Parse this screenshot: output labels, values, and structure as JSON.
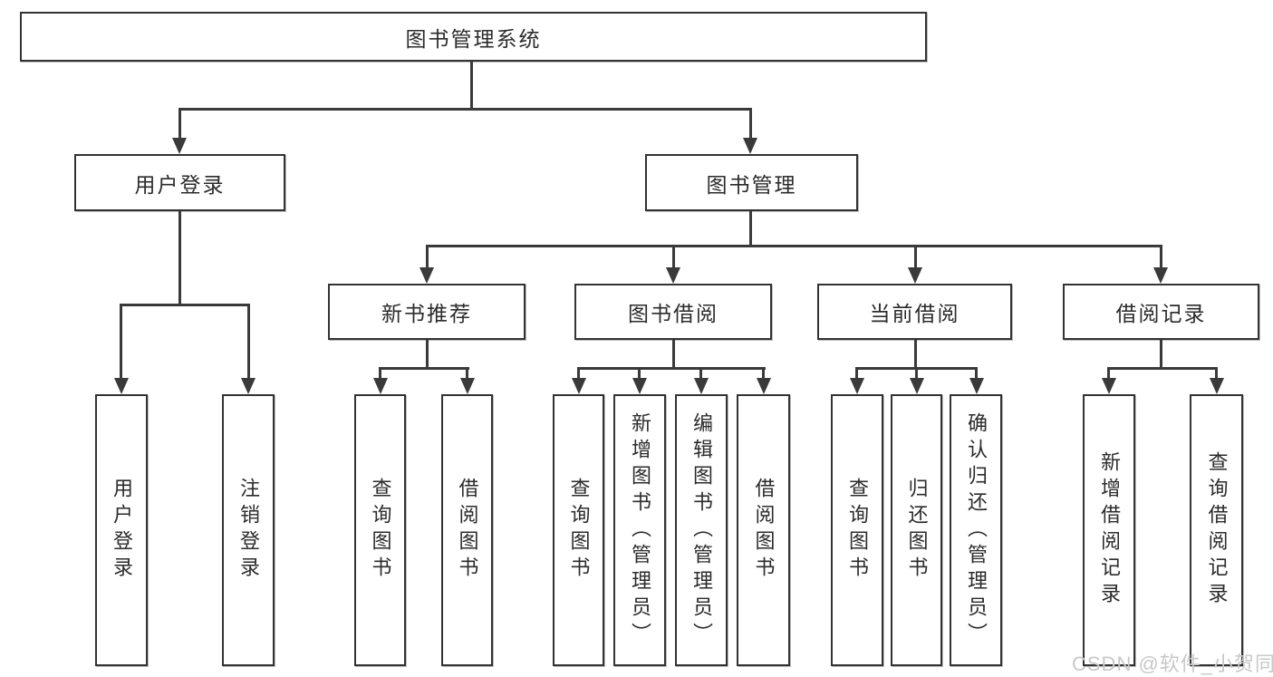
{
  "tree": {
    "root": {
      "label": "图书管理系统"
    },
    "children": [
      {
        "label": "用户登录",
        "children": [
          {
            "label": "用户登录"
          },
          {
            "label": "注销登录"
          }
        ]
      },
      {
        "label": "图书管理",
        "children": [
          {
            "label": "新书推荐",
            "children": [
              {
                "label": "查询图书"
              },
              {
                "label": "借阅图书"
              }
            ]
          },
          {
            "label": "图书借阅",
            "children": [
              {
                "label": "查询图书"
              },
              {
                "label": "新增图书（管理员）"
              },
              {
                "label": "编辑图书（管理员）"
              },
              {
                "label": "借阅图书"
              }
            ]
          },
          {
            "label": "当前借阅",
            "children": [
              {
                "label": "查询图书"
              },
              {
                "label": "归还图书"
              },
              {
                "label": "确认归还（管理员）"
              }
            ]
          },
          {
            "label": "借阅记录",
            "children": [
              {
                "label": "新增借阅记录"
              },
              {
                "label": "查询借阅记录"
              }
            ]
          }
        ]
      }
    ]
  },
  "watermark": {
    "text": "CSDN @软件_小贺同学"
  },
  "colors": {
    "line": "#3a3a3a",
    "box_border": "#333333",
    "text": "#2b2b2b",
    "background": "#ffffff",
    "watermark": "#c8c8c8"
  }
}
